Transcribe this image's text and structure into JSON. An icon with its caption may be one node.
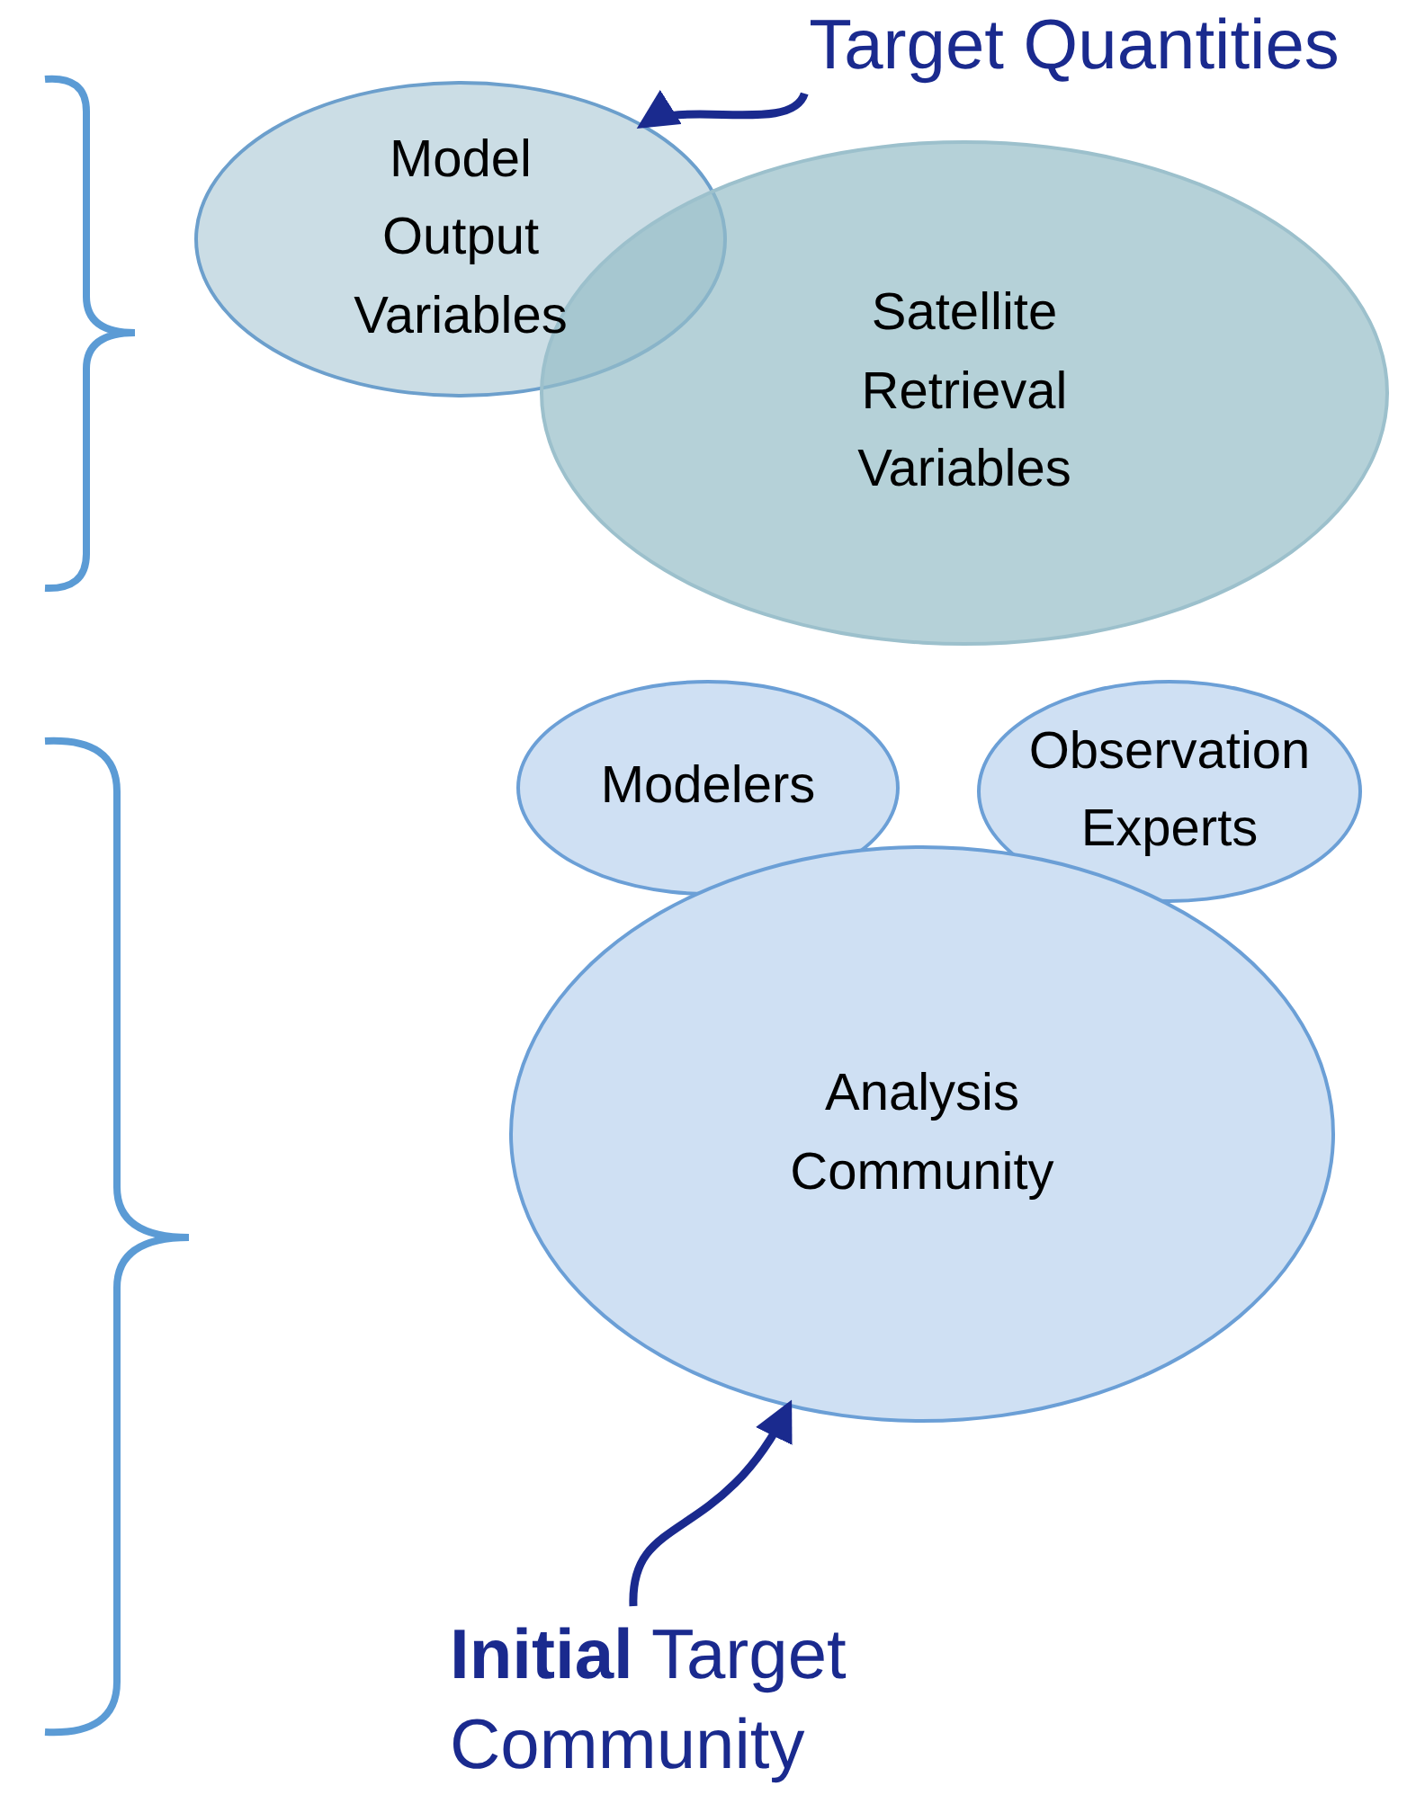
{
  "diagram": {
    "nodes": [
      {
        "text": [
          "Model Output Variables"
        ]
      },
      {
        "text": [
          "Satellite Retrieval Variables"
        ]
      },
      {
        "text": [
          "Target Quantities"
        ]
      },
      {
        "text": [
          "Modelers"
        ]
      },
      {
        "text": [
          "Observation Experts"
        ]
      },
      {
        "text": [
          "Analysis Community"
        ]
      },
      {
        "text": [
          "**Initial** Target Community"
        ]
      }
    ],
    "edges": [
      {
        "from": 2,
        "to": 0,
        "arrow": "to"
      },
      {
        "from": 6,
        "to": 5,
        "arrow": "to"
      }
    ]
  }
}
